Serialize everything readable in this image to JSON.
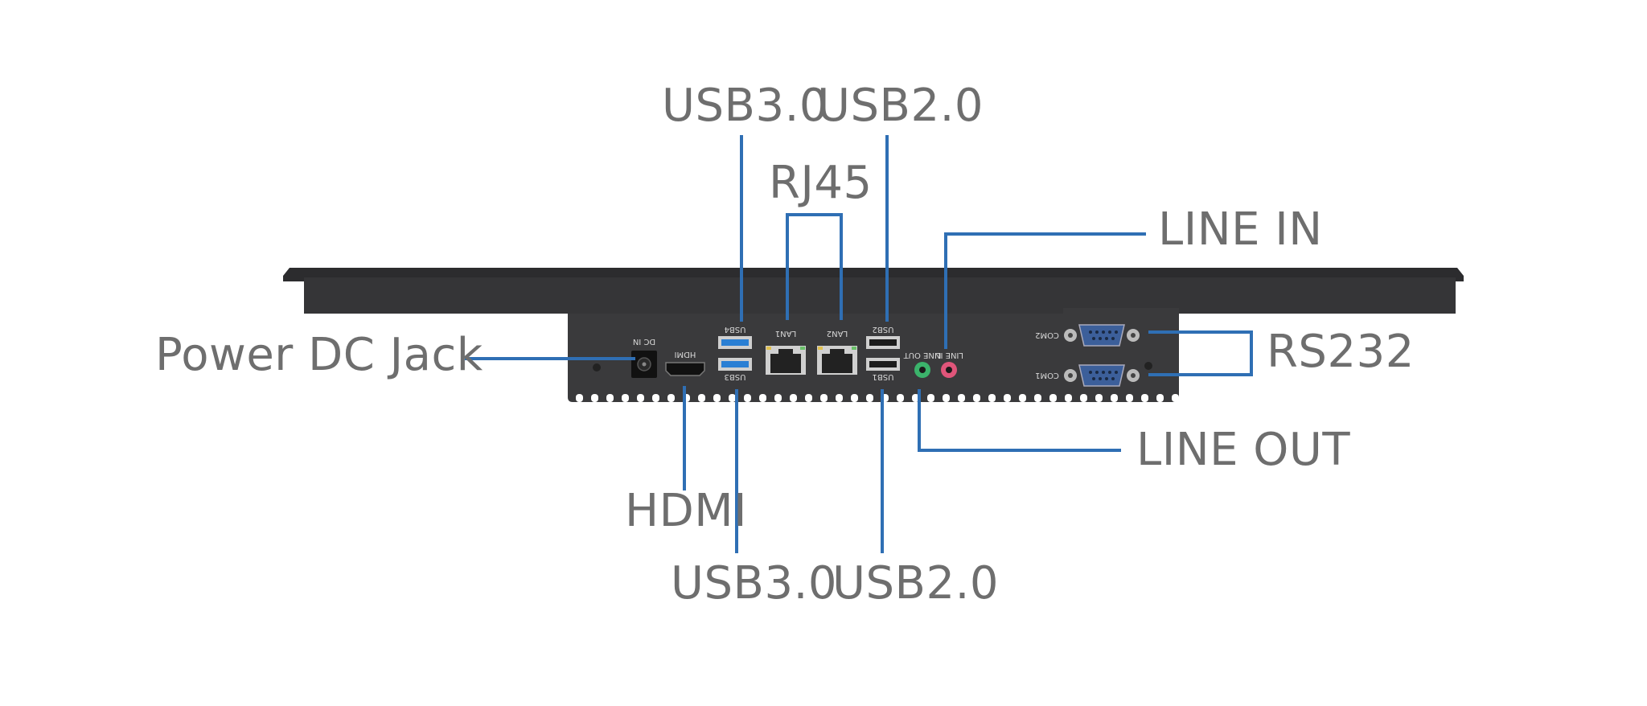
{
  "diagram": {
    "callouts": {
      "usb30_top": "USB3.0",
      "usb20_top": "USB2.0",
      "rj45": "RJ45",
      "line_in": "LINE IN",
      "power_dc_jack": "Power DC Jack",
      "rs232": "RS232",
      "hdmi": "HDMI",
      "line_out": "LINE OUT",
      "usb30_bottom": "USB3.0",
      "usb20_bottom": "USB2.0"
    },
    "port_tags": {
      "dc_in": "DC IN",
      "hdmi": "HDMI",
      "usb4": "USB4",
      "usb3": "USB3",
      "lan1": "LAN1",
      "lan2": "LAN2",
      "usb2": "USB2",
      "usb1": "USB1",
      "line_out": "LINE OUT",
      "line_in": "LINE IN",
      "com2": "COM2",
      "com1": "COM1"
    },
    "colors": {
      "leader_line": "#2f6fb4",
      "label_text": "#6e6e6e",
      "chassis": "#3a3a3c",
      "usb3_port": "#2a7fd4",
      "line_out_jack": "#3bb36b",
      "line_in_jack": "#e0557a"
    }
  }
}
